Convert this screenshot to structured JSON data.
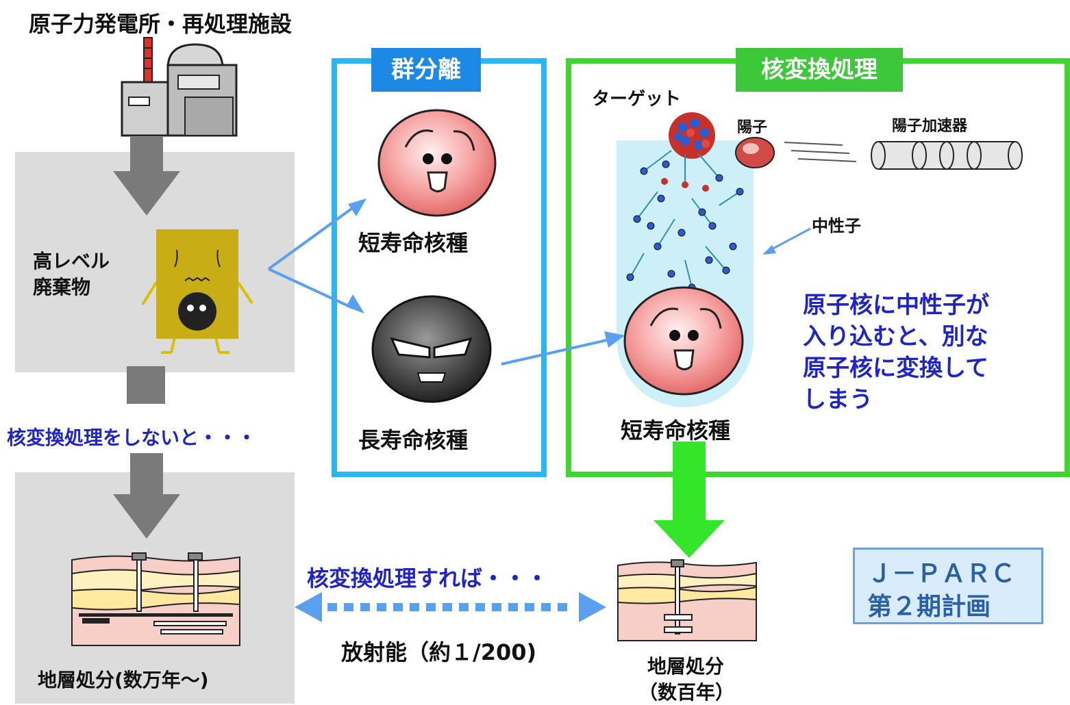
{
  "title": "原子力発電所・再処理施設",
  "hlw_label_line1": "高レベル",
  "hlw_label_line2": "廃棄物",
  "no_transmutation_note": "核変換処理をしないと・・・",
  "disposal_long": "地層処分(数万年〜)",
  "partitioning": {
    "tag": "群分離",
    "short_lived": "短寿命核種",
    "long_lived": "長寿命核種"
  },
  "transmutation": {
    "tag": "核変換処理",
    "target": "ターゲット",
    "proton": "陽子",
    "accelerator": "陽子加速器",
    "neutron": "中性子",
    "explanation_lines": [
      "原子核に中性子が",
      "入り込むと、別な",
      "原子核に変換して",
      "しまう"
    ],
    "short_lived": "短寿命核種"
  },
  "with_transmutation_note": "核変換処理すれば・・・",
  "radioactivity_note": "放射能（約１/200)",
  "disposal_short_line1": "地層処分",
  "disposal_short_line2": "（数百年）",
  "jparc_line1": "Ｊ－ＰＡＲＣ",
  "jparc_line2": "第２期計画",
  "colors": {
    "blue_frame": "#29b6f6",
    "green_frame": "#3dd62e",
    "blue_tag": "#1e88e5",
    "green_tag": "#3cc838",
    "note_blue": "#1f24c9",
    "arrow_gray": "#7a7a7a",
    "arrow_green": "#33e62a",
    "arrow_blue": "#5aa0f0"
  }
}
